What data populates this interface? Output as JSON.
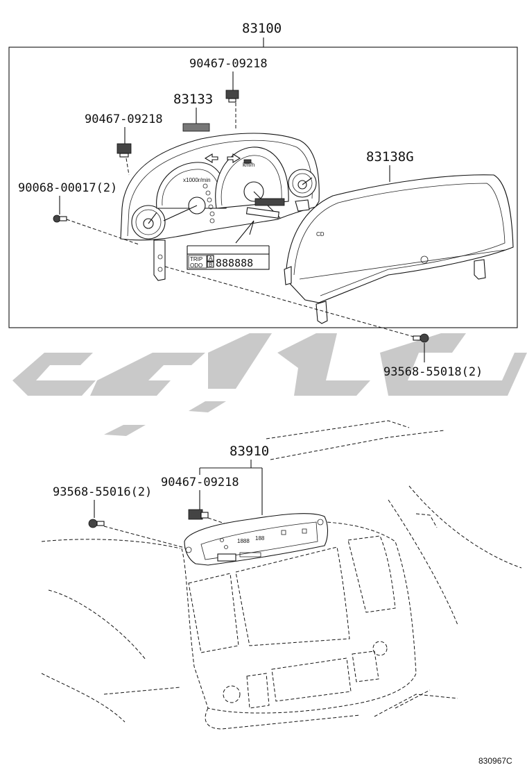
{
  "labels": {
    "assembly": "83100",
    "clip_top": "90467-09218",
    "plate": "83133",
    "clip_left": "90467-09218",
    "screw_left": "90068-00017(2)",
    "glass": "83138G",
    "screw_right": "93568-55018(2)",
    "display": "83910",
    "clip_bottom": "90467-09218",
    "screw_bottom": "93568-55016(2)"
  },
  "odometer": {
    "trip": "TRIP",
    "odo": "ODO",
    "a": "A",
    "b": "B",
    "digits": "888888"
  },
  "display_readout": {
    "left": "1888",
    "right": "188"
  },
  "reference_code": "830967C"
}
